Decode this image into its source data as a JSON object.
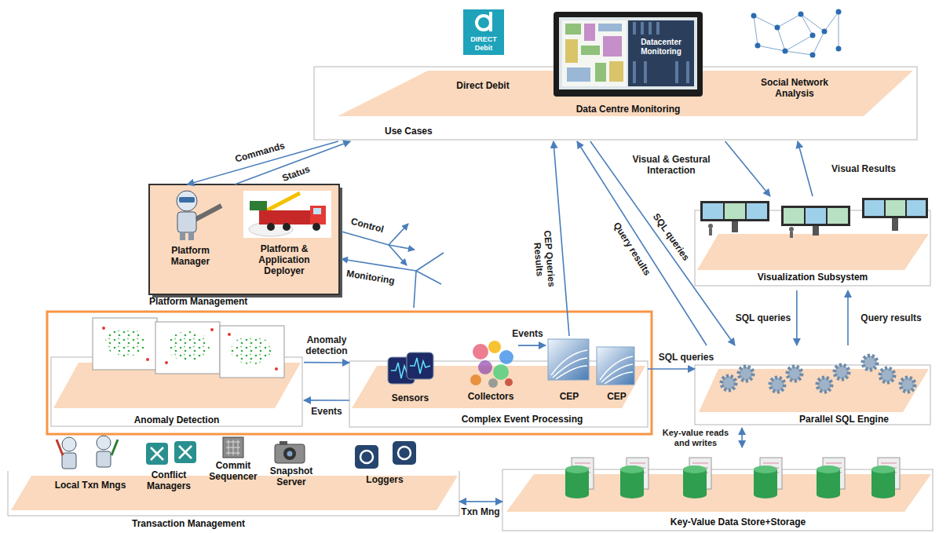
{
  "diagram": {
    "nodes": [
      {
        "text": [
          "Use Cases"
        ]
      },
      {
        "text": [
          "Direct Debit"
        ],
        "in": 0
      },
      {
        "text": [
          "Data Centre Monitoring"
        ],
        "in": 0
      },
      {
        "text": [
          "Social Network Analysis"
        ],
        "in": 0
      },
      {
        "text": [
          "Platform Management"
        ]
      },
      {
        "text": [
          "Platform Manager"
        ],
        "in": 4
      },
      {
        "text": [
          "Platform & Application Deployer"
        ],
        "in": 4
      },
      {
        "text": [
          "Anomaly Detection"
        ]
      },
      {
        "text": [
          "Complex Event Processing"
        ]
      },
      {
        "text": [
          "Sensors"
        ],
        "in": 8
      },
      {
        "text": [
          "Collectors"
        ],
        "in": 8
      },
      {
        "text": [
          "CEP"
        ],
        "in": 8
      },
      {
        "text": [
          "CEP"
        ],
        "in": 8
      },
      {
        "text": [
          "Visualization Subsystem"
        ]
      },
      {
        "text": [
          "Parallel SQL Engine"
        ]
      },
      {
        "text": [
          "Transaction Management"
        ]
      },
      {
        "text": [
          "Local Txn Mngs"
        ],
        "in": 15
      },
      {
        "text": [
          "Conflict Managers"
        ],
        "in": 15
      },
      {
        "text": [
          "Commit Sequencer"
        ],
        "in": 15
      },
      {
        "text": [
          "Snapshot Server"
        ],
        "in": 15
      },
      {
        "text": [
          "Loggers"
        ],
        "in": 15
      },
      {
        "text": [
          "Key-Value Data Store+Storage"
        ]
      }
    ],
    "edges": [
      {
        "from": 0,
        "to": 4,
        "label": "Commands",
        "arrow": "to"
      },
      {
        "from": 4,
        "to": 0,
        "label": "Status",
        "arrow": "to"
      },
      {
        "from": 7,
        "to": 8,
        "label": "Anomaly detection",
        "arrow": "to"
      },
      {
        "from": 8,
        "to": 7,
        "label": "Events",
        "arrow": "to"
      },
      {
        "from": 10,
        "to": 11,
        "label": "Events",
        "arrow": "to"
      },
      {
        "from": 11,
        "to": 0,
        "label": "CEP Queries Results",
        "arrow": "to"
      },
      {
        "from": 14,
        "to": 0,
        "label": "Query results",
        "arrow": "to"
      },
      {
        "from": 0,
        "to": 14,
        "label": "SQL queries",
        "arrow": "to"
      },
      {
        "from": 0,
        "to": 13,
        "label": "Visual & Gestural Interaction",
        "arrow": "to"
      },
      {
        "from": 13,
        "to": 0,
        "label": "Visual Results",
        "arrow": "to"
      },
      {
        "from": 13,
        "to": 14,
        "label": "SQL queries",
        "arrow": "to"
      },
      {
        "from": 14,
        "to": 13,
        "label": "Query results",
        "arrow": "to"
      },
      {
        "from": 8,
        "to": 14,
        "label": "SQL queries",
        "arrow": "to"
      },
      {
        "from": 14,
        "to": 21,
        "label": "Key-value reads and writes",
        "arrow": "both"
      },
      {
        "from": 15,
        "to": 21,
        "label": "Txn Mng",
        "arrow": "both"
      }
    ],
    "labels": [
      "DIRECT Debit",
      "Datacenter Monitoring",
      "Control",
      "Monitoring"
    ]
  }
}
